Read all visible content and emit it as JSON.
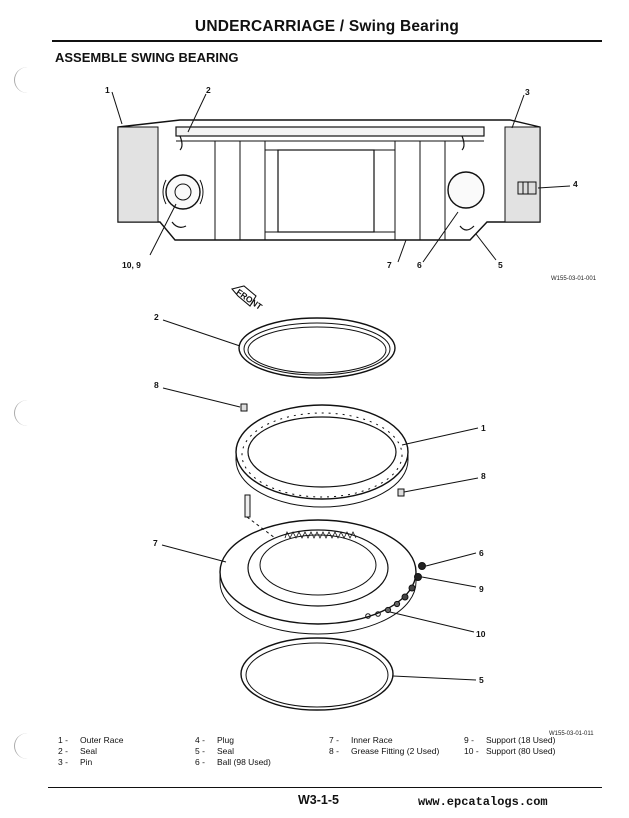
{
  "header": {
    "title": "UNDERCARRIAGE / Swing Bearing"
  },
  "section": {
    "title": "ASSEMBLE SWING BEARING"
  },
  "figure1": {
    "code": "W155-03-01-001",
    "callouts": [
      "1",
      "2",
      "3",
      "4",
      "10, 9",
      "7",
      "6",
      "5"
    ]
  },
  "figure2": {
    "code": "W155-03-01-011",
    "front_label": "FRONT",
    "callouts": [
      "2",
      "8",
      "1",
      "8",
      "7",
      "6",
      "9",
      "10",
      "5"
    ]
  },
  "legend": [
    {
      "num": "1 -",
      "text": "Outer Race"
    },
    {
      "num": "2 -",
      "text": "Seal"
    },
    {
      "num": "3 -",
      "text": "Pin"
    },
    {
      "num": "4 -",
      "text": "Plug"
    },
    {
      "num": "5 -",
      "text": "Seal"
    },
    {
      "num": "6 -",
      "text": "Ball (98 Used)"
    },
    {
      "num": "7 -",
      "text": "Inner Race"
    },
    {
      "num": "8 -",
      "text": "Grease Fitting (2 Used)"
    },
    {
      "num": "9 -",
      "text": "Support (18 Used)"
    },
    {
      "num": "10 -",
      "text": "Support (80 Used)"
    }
  ],
  "footer": {
    "page": "W3-1-5",
    "watermark": "www.epcatalogs.com"
  }
}
